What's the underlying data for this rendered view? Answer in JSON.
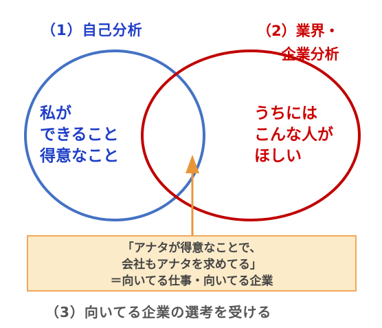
{
  "colors": {
    "self": "#4472c4",
    "company": "#c00000",
    "arrow": "#e8963a",
    "box_fill": "#fcebc9",
    "box_border": "#f0a85a"
  },
  "left": {
    "title": "（1）自己分析",
    "lines": [
      "私が",
      "できること",
      "得意なこと"
    ]
  },
  "right": {
    "title_lines": [
      "（2）業界・",
      "企業分析"
    ],
    "lines": [
      "うちには",
      "こんな人が",
      "ほしい"
    ]
  },
  "note": {
    "lines": [
      "「アナタが得意なことで、",
      "会社もアナタを求めてる」",
      "＝向いてる仕事・向いてる企業"
    ]
  },
  "footer": "（3）向いてる企業の選考を受ける"
}
